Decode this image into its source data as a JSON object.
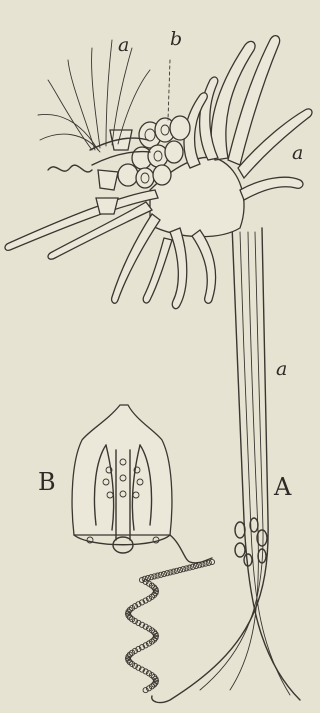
{
  "labels": {
    "a_top": "a",
    "b_top": "b",
    "a_right": "a",
    "a_stem": "a",
    "B": "B",
    "A": "A"
  },
  "colors": {
    "background": "#e7e3d3",
    "ink": "#3a3630"
  }
}
